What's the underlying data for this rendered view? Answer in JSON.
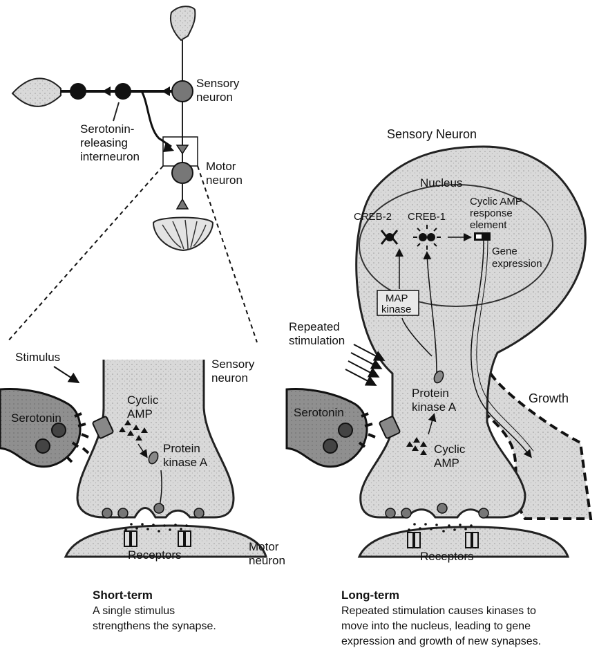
{
  "circuit": {
    "sensory_neuron_label": [
      "Sensory",
      "neuron"
    ],
    "interneuron_label": [
      "Serotonin-",
      "releasing",
      "interneuron"
    ],
    "motor_neuron_label": [
      "Motor",
      "neuron"
    ]
  },
  "short_term": {
    "stimulus_label": "Stimulus",
    "serotonin_label": "Serotonin",
    "sensory_neuron_label": [
      "Sensory",
      "neuron"
    ],
    "cyclic_amp_label": [
      "Cyclic",
      "AMP"
    ],
    "protein_kinase_label": [
      "Protein",
      "kinase A"
    ],
    "receptors_label": "Receptors",
    "motor_neuron_label": [
      "Motor",
      "neuron"
    ],
    "caption_title": "Short-term",
    "caption_lines": [
      "A single stimulus",
      "strengthens the synapse."
    ]
  },
  "long_term": {
    "sensory_neuron_title": "Sensory Neuron",
    "nucleus_label": "Nucleus",
    "creb2_label": "CREB-2",
    "creb1_label": "CREB-1",
    "camp_element_label": [
      "Cyclic AMP",
      "response",
      "element"
    ],
    "gene_expression_label": [
      "Gene",
      "expression"
    ],
    "map_kinase_label": [
      "MAP",
      "kinase"
    ],
    "repeated_stimulation_label": [
      "Repeated",
      "stimulation"
    ],
    "serotonin_label": "Serotonin",
    "protein_kinase_label": [
      "Protein",
      "kinase A"
    ],
    "cyclic_amp_label": [
      "Cyclic",
      "AMP"
    ],
    "growth_label": "Growth",
    "receptors_label": "Receptors",
    "caption_title": "Long-term",
    "caption_lines": [
      "Repeated stimulation causes kinases to",
      "move into the nucleus, leading to gene",
      "expression and growth of new synapses."
    ]
  }
}
